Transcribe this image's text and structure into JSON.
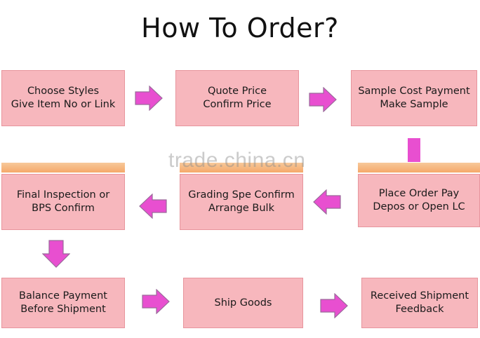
{
  "title": "How To Order?",
  "watermark": "trade.china.cn",
  "colors": {
    "box_fill": "#f7b7bd",
    "box_border": "#e7959d",
    "arrow": "#e84fd0",
    "bar": "#f5a86a"
  },
  "steps": [
    {
      "line1": "Choose Styles",
      "line2": "Give Item No or Link"
    },
    {
      "line1": "Quote Price",
      "line2": "Confirm Price"
    },
    {
      "line1": "Sample Cost Payment",
      "line2": "Make Sample"
    },
    {
      "line1": "Place Order Pay",
      "line2": "Depos or Open LC"
    },
    {
      "line1": "Grading Spe Confirm",
      "line2": "Arrange Bulk"
    },
    {
      "line1": "Final Inspection or",
      "line2": "BPS Confirm"
    },
    {
      "line1": "Balance Payment",
      "line2": "Before Shipment"
    },
    {
      "line1": "Ship Goods",
      "line2": ""
    },
    {
      "line1": "Received Shipment",
      "line2": "Feedback"
    }
  ]
}
